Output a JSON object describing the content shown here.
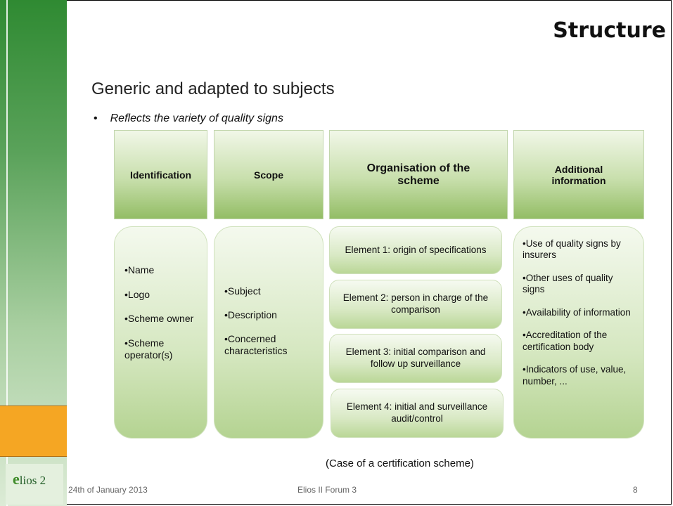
{
  "slide": {
    "title": "Structure",
    "subtitle": "Generic and adapted to subjects",
    "bullet": "Reflects  the variety of quality signs",
    "caption": "(Case of a certification scheme)"
  },
  "columns": {
    "identification": {
      "header": "Identification",
      "items": [
        "•Name",
        "•Logo",
        "•Scheme owner",
        "•Scheme operator(s)"
      ]
    },
    "scope": {
      "header": "Scope",
      "items": [
        "•Subject",
        "•Description",
        "•Concerned characteristics"
      ]
    },
    "organisation": {
      "header": "Organisation of the scheme",
      "elements": [
        "Element 1: origin of specifications",
        "Element 2: person in charge of the comparison",
        "Element 3: initial comparison and follow up surveillance",
        "Element 4: initial and surveillance audit/control"
      ]
    },
    "additional": {
      "header": "Additional information",
      "items": [
        "•Use of quality signs by insurers",
        "•Other uses of quality signs",
        "•Availability of information",
        "•Accreditation of the certification body",
        "•Indicators of use, value, number, ..."
      ]
    }
  },
  "footer": {
    "date": "24th of January 2013",
    "event": "Elios II  Forum 3",
    "page": "8"
  },
  "logo": {
    "text": "lios 2",
    "initial": "e"
  },
  "colors": {
    "sidebar_green": "#2f8a32",
    "accent_orange": "#f5a623",
    "box_green": "#93bd65"
  }
}
